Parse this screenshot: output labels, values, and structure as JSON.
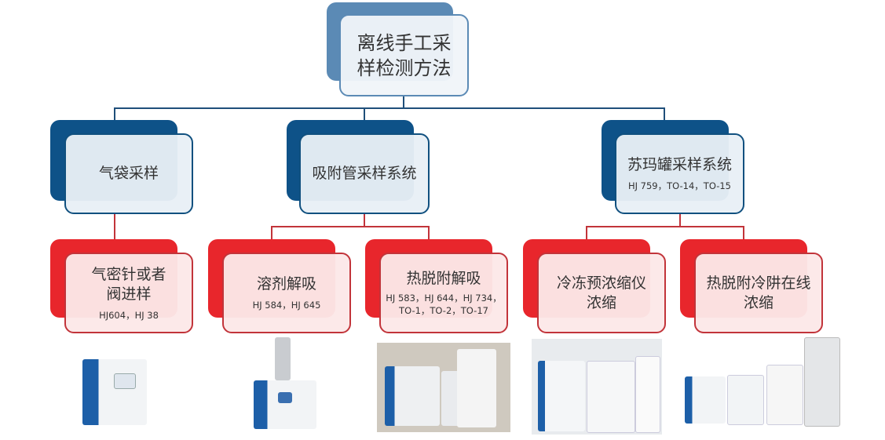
{
  "root": {
    "title": "离线手工采样检测方法"
  },
  "level2": [
    {
      "title": "气袋采样",
      "standards": ""
    },
    {
      "title": "吸附管采样系统",
      "standards": ""
    },
    {
      "title": "苏玛罐采样系统",
      "standards": "HJ 759，TO-14，TO-15"
    }
  ],
  "level3": [
    {
      "title": "气密针或者阀进样",
      "standards": "HJ604，HJ 38"
    },
    {
      "title": "溶剂解吸",
      "standards": "HJ 584，HJ 645"
    },
    {
      "title": "热脱附解吸",
      "standards": "HJ 583，HJ 644，HJ 734，TO-1，TO-2，TO-17"
    },
    {
      "title": "冷冻预浓缩仪浓缩",
      "standards": ""
    },
    {
      "title": "热脱附冷阱在线浓缩",
      "standards": ""
    }
  ],
  "colors": {
    "root": "#5b8ab5",
    "level2": "#0e5288",
    "level3": "#e8262c"
  }
}
